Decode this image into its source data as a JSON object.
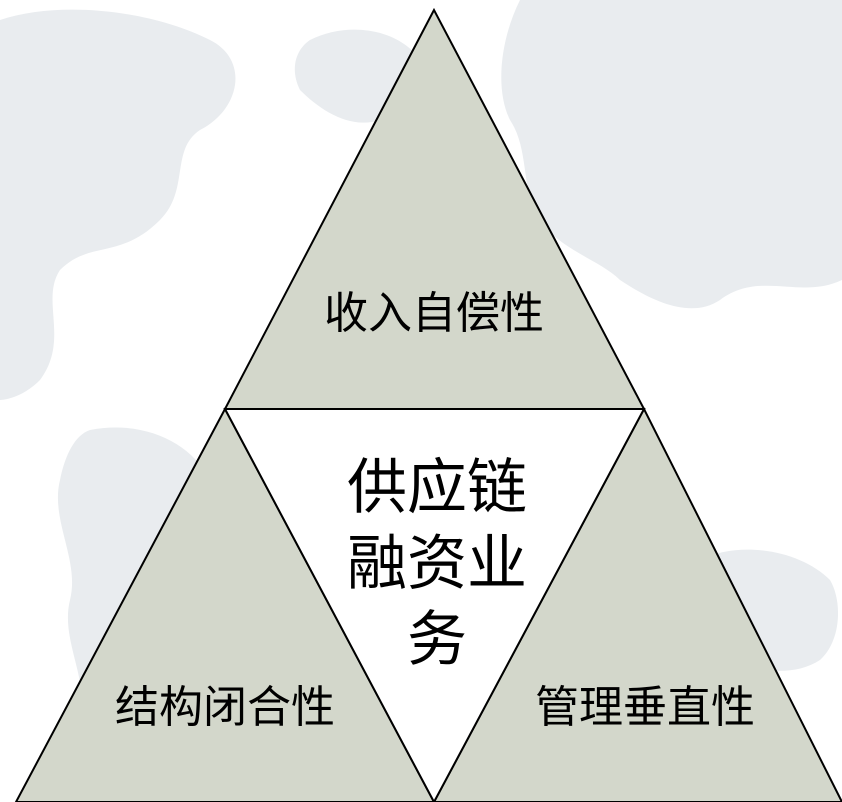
{
  "diagram": {
    "center_lines": [
      "供应链",
      "融资业",
      "务"
    ],
    "top_label": "收入自偿性",
    "left_label": "结构闭合性",
    "right_label": "管理垂直性"
  },
  "colors": {
    "triangle_fill": "#d3d7cb",
    "center_fill": "#ffffff",
    "stroke": "#000000",
    "map_tint": "#e9ecef"
  }
}
